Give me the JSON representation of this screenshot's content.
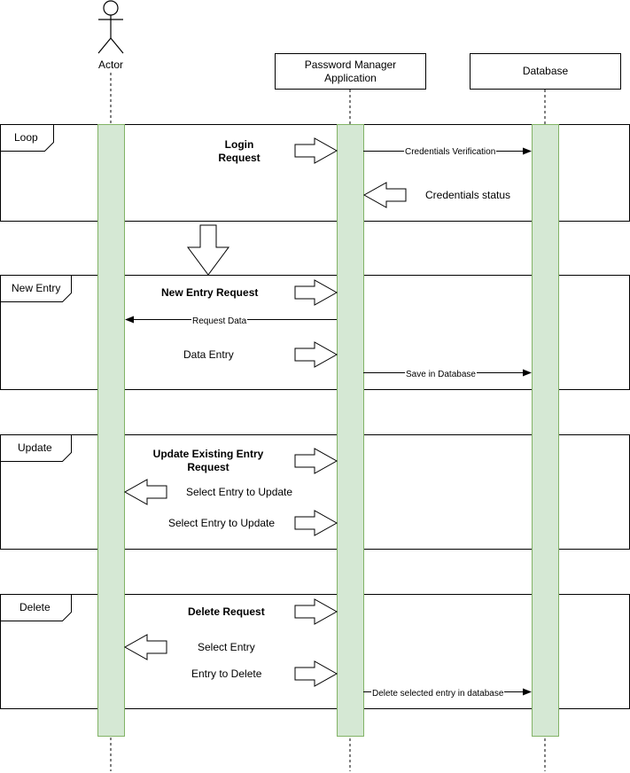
{
  "participants": {
    "actor": "Actor",
    "app_line1": "Password Manager",
    "app_line2": "Application",
    "database": "Database"
  },
  "frames": {
    "loop": "Loop",
    "new_entry": "New Entry",
    "update": "Update",
    "delete": "Delete"
  },
  "messages": {
    "login_line1": "Login",
    "login_line2": "Request",
    "credentials_verification": "Credentials Verification",
    "credentials_status": "Credentials status",
    "new_entry_request": "New Entry Request",
    "request_data": "Request Data",
    "data_entry": "Data Entry",
    "save_in_database": "Save in Database",
    "update_line1": "Update Existing Entry",
    "update_line2": "Request",
    "select_entry_to_update_1": "Select Entry to Update",
    "select_entry_to_update_2": "Select Entry to Update",
    "delete_request": "Delete Request",
    "select_entry": "Select Entry",
    "entry_to_delete": "Entry to Delete",
    "delete_selected": "Delete selected entry in database"
  },
  "colors": {
    "activation_fill": "#d5e8d4",
    "activation_stroke": "#82b366",
    "line": "#000000"
  }
}
